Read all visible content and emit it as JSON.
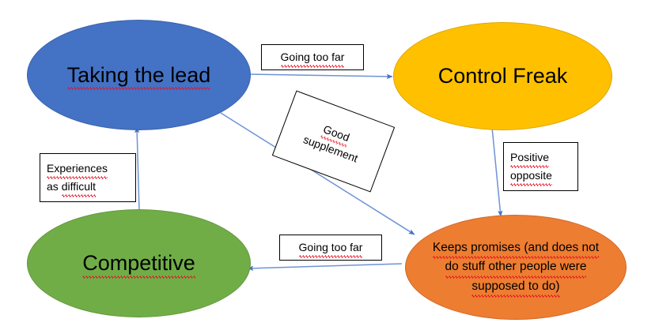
{
  "diagram": {
    "title": "Taking the lead / Control Freak / Competitive behaviour map",
    "background_color": "#FFFFFF",
    "arrow_color": "#4472C4",
    "label_box_border_color": "#000000",
    "spellcheck_underline_color": "#E81123"
  },
  "nodes": [
    {
      "id": "taking-the-lead",
      "label": "Taking the lead",
      "fill": "#4472C4",
      "stroke": "#3A63AE",
      "shape": "ellipse",
      "spellchecked": true
    },
    {
      "id": "control-freak",
      "label": "Control Freak",
      "fill": "#FFC000",
      "stroke": "#DFA600",
      "shape": "ellipse",
      "spellchecked": false
    },
    {
      "id": "competitive",
      "label": "Competitive",
      "fill": "#70AD47",
      "stroke": "#63973E",
      "shape": "ellipse",
      "spellchecked": true
    },
    {
      "id": "keeps-promises",
      "label": "Keeps promises (and does not\ndo stuff other people were\nsupposed to do)",
      "line1": "Keeps promises (and does not",
      "line2": "do stuff other people were",
      "line3": "supposed to do)",
      "fill": "#ED7D31",
      "stroke": "#D2692A",
      "shape": "ellipse",
      "spellchecked": true
    }
  ],
  "edge_labels": [
    {
      "id": "going-too-far-top",
      "text": "Going too far",
      "from": "taking-the-lead",
      "to": "control-freak",
      "rotation_deg": 0
    },
    {
      "id": "good-supplement",
      "text": "Good\nsupplement",
      "line1": "Good",
      "line2": "supplement",
      "from": "taking-the-lead",
      "to": "keeps-promises",
      "rotation_deg": 20.5
    },
    {
      "id": "positive-opposite",
      "text": "Positive\nopposite",
      "line1": "Positive",
      "line2": "opposite",
      "from": "control-freak",
      "to": "keeps-promises",
      "rotation_deg": 0
    },
    {
      "id": "experiences-as-difficult",
      "text": "Experiences\nas difficult",
      "line1": "Experiences",
      "line2": "as difficult",
      "from": "competitive",
      "to": "taking-the-lead",
      "rotation_deg": 0
    },
    {
      "id": "going-too-far-bottom",
      "text": "Going too far",
      "from": "keeps-promises",
      "to": "competitive",
      "rotation_deg": 0
    }
  ],
  "edges": [
    {
      "id": "edge-lead-to-freak",
      "from": "taking-the-lead",
      "to": "control-freak",
      "label": "Going too far"
    },
    {
      "id": "edge-lead-to-promises",
      "from": "taking-the-lead",
      "to": "keeps-promises",
      "label": "Good supplement"
    },
    {
      "id": "edge-freak-to-promises",
      "from": "control-freak",
      "to": "keeps-promises",
      "label": "Positive opposite"
    },
    {
      "id": "edge-promises-to-competitive",
      "from": "keeps-promises",
      "to": "competitive",
      "label": "Going too far"
    },
    {
      "id": "edge-competitive-to-lead",
      "from": "competitive",
      "to": "taking-the-lead",
      "label": "Experiences as difficult"
    }
  ]
}
